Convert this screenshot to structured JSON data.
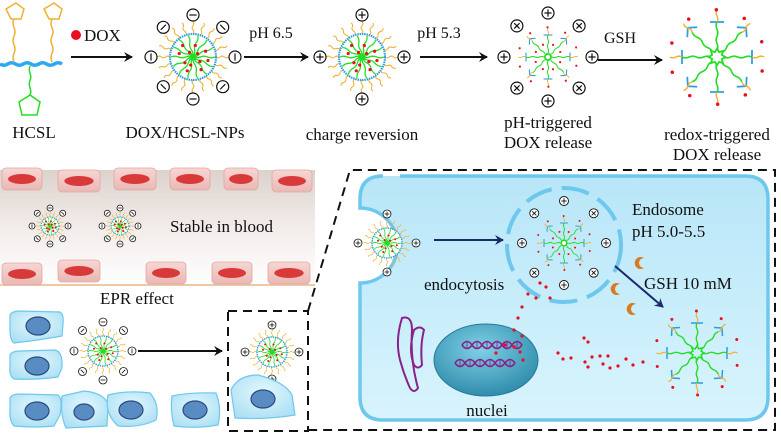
{
  "top_row": {
    "hcsl_label": "HCSL",
    "dox_label": "DOX",
    "np_label": "DOX/HCSL-NPs",
    "step1_label": "pH 6.5",
    "charge_label": "charge reversion",
    "step2_label": "pH 5.3",
    "ph_release_line1": "pH-triggered",
    "ph_release_line2": "DOX release",
    "step3_label": "GSH",
    "redox_release_line1": "redox-triggered",
    "redox_release_line2": "DOX release"
  },
  "blood": {
    "stable_label": "Stable in blood",
    "epr_label": "EPR effect"
  },
  "cell": {
    "endocytosis_label": "endocytosis",
    "endosome_line1": "Endosome",
    "endosome_line2": "pH 5.0-5.5",
    "gsh_label": "GSH 10 mM",
    "nuclei_label": "nuclei"
  },
  "colors": {
    "core_green": "#22dd22",
    "shell_blue": "#2a9ee0",
    "peg_orange": "#f0b030",
    "dox_red": "#e81020",
    "vessel_bg": "#e8e0dc",
    "rbc_red": "#d83a3a",
    "cell_fill": "#c8eefa",
    "cell_stroke": "#6ec8ee",
    "nucleus": "#3aa8c8",
    "dna_purple": "#882288",
    "arrow_navy": "#1a2a6a",
    "gsh_orange": "#d87a20"
  }
}
